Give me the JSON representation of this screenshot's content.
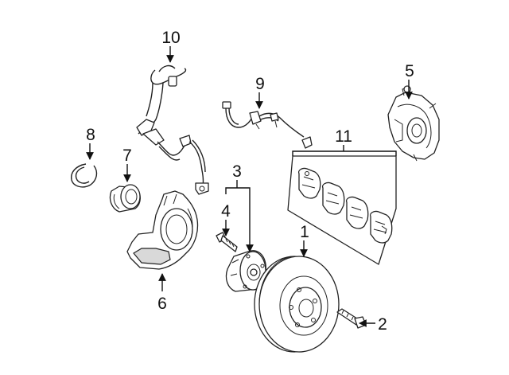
{
  "diagram": {
    "callouts": [
      {
        "id": "c1",
        "number": "1"
      },
      {
        "id": "c2",
        "number": "2"
      },
      {
        "id": "c3",
        "number": "3"
      },
      {
        "id": "c4",
        "number": "4"
      },
      {
        "id": "c5",
        "number": "5"
      },
      {
        "id": "c6",
        "number": "6"
      },
      {
        "id": "c7",
        "number": "7"
      },
      {
        "id": "c8",
        "number": "8"
      },
      {
        "id": "c9",
        "number": "9"
      },
      {
        "id": "c10",
        "number": "10"
      },
      {
        "id": "c11",
        "number": "11"
      }
    ]
  }
}
